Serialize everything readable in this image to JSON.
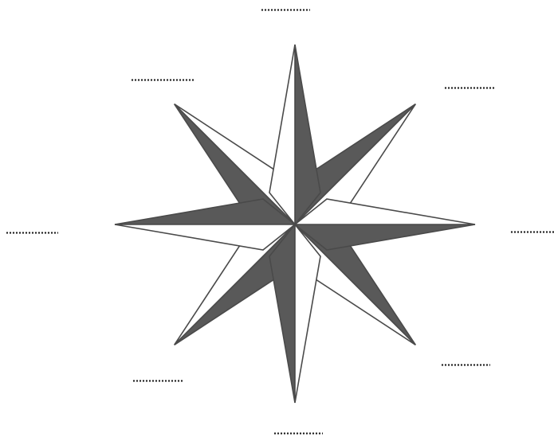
{
  "diagram": {
    "colors": {
      "dark": "#595959",
      "light": "#ffffff",
      "outline": "#4a4a4a",
      "blank_dots": "#1a1a1a"
    },
    "points": [
      {
        "name": "north"
      },
      {
        "name": "northeast"
      },
      {
        "name": "east"
      },
      {
        "name": "southeast"
      },
      {
        "name": "south"
      },
      {
        "name": "southwest"
      },
      {
        "name": "west"
      },
      {
        "name": "northwest"
      }
    ],
    "blank_labels": [
      {
        "direction": "north"
      },
      {
        "direction": "northeast"
      },
      {
        "direction": "east"
      },
      {
        "direction": "southeast"
      },
      {
        "direction": "south"
      },
      {
        "direction": "southwest"
      },
      {
        "direction": "west"
      },
      {
        "direction": "northwest"
      }
    ]
  }
}
